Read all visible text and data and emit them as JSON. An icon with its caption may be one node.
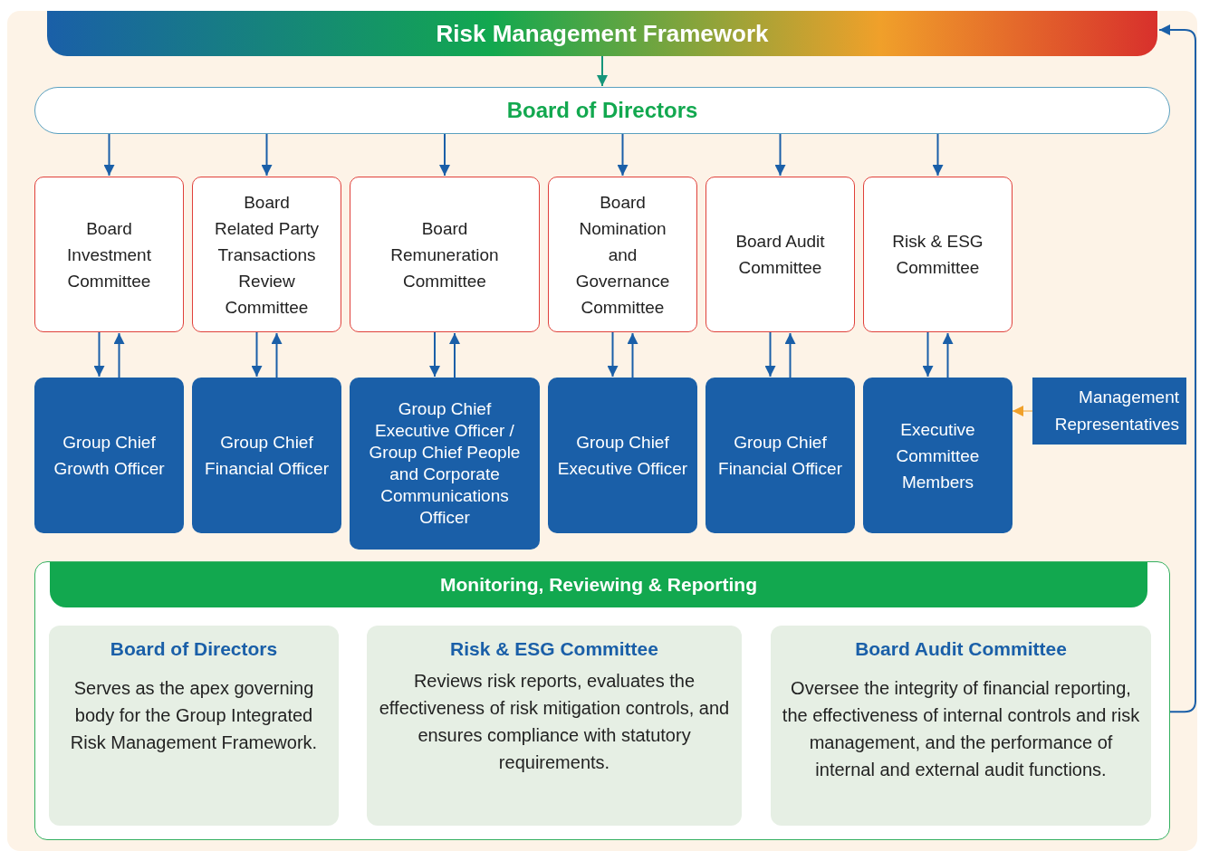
{
  "diagram": {
    "nodes": [
      {
        "text": [
          "Risk Management Framework"
        ]
      },
      {
        "text": [
          "Board of Directors"
        ]
      },
      {
        "text": [
          "Board Investment Committee"
        ]
      },
      {
        "text": [
          "Board Related Party Transactions Review Committee"
        ]
      },
      {
        "text": [
          "Board Remuneration Committee"
        ]
      },
      {
        "text": [
          "Board Nomination and Governance Committee"
        ]
      },
      {
        "text": [
          "Board Audit Committee"
        ]
      },
      {
        "text": [
          "Risk & ESG Committee"
        ]
      },
      {
        "text": [
          "Group Chief Growth Officer"
        ]
      },
      {
        "text": [
          "Group Chief Financial Officer"
        ]
      },
      {
        "text": [
          "Group Chief Executive Officer / Group Chief People and Corporate Communications Officer"
        ]
      },
      {
        "text": [
          "Group Chief Executive Officer"
        ]
      },
      {
        "text": [
          "Group Chief Financial Officer"
        ]
      },
      {
        "text": [
          "Executive Committee Members"
        ]
      },
      {
        "text": [
          "Management Representatives"
        ]
      },
      {
        "text": [
          "Monitoring, Reviewing & Reporting"
        ]
      },
      {
        "text": [
          "Board of Directors",
          "Serves as the apex governing body for the Group Integrated Risk Management Framework."
        ],
        "in": 15
      },
      {
        "text": [
          "Risk & ESG Committee",
          "Reviews risk reports, evaluates the effectiveness of risk mitigation controls, and ensures compliance with statutory requirements."
        ],
        "in": 15
      },
      {
        "text": [
          "Board Audit Committee",
          "Oversee the integrity of financial reporting, the effectiveness of internal controls and risk management, and the performance of internal and external audit functions."
        ],
        "in": 15
      }
    ],
    "edges": [
      {
        "from": 0,
        "to": 1,
        "arrow": "to",
        "color": "#15957a"
      },
      {
        "from": 1,
        "to": 2,
        "arrow": "to"
      },
      {
        "from": 1,
        "to": 3,
        "arrow": "to"
      },
      {
        "from": 1,
        "to": 4,
        "arrow": "to"
      },
      {
        "from": 1,
        "to": 5,
        "arrow": "to"
      },
      {
        "from": 1,
        "to": 6,
        "arrow": "to"
      },
      {
        "from": 1,
        "to": 7,
        "arrow": "to"
      },
      {
        "from": 2,
        "to": 8,
        "arrow": "to"
      },
      {
        "from": 8,
        "to": 2,
        "arrow": "to"
      },
      {
        "from": 3,
        "to": 9,
        "arrow": "to"
      },
      {
        "from": 9,
        "to": 3,
        "arrow": "to"
      },
      {
        "from": 4,
        "to": 10,
        "arrow": "to"
      },
      {
        "from": 10,
        "to": 4,
        "arrow": "to"
      },
      {
        "from": 5,
        "to": 11,
        "arrow": "to"
      },
      {
        "from": 11,
        "to": 5,
        "arrow": "to"
      },
      {
        "from": 6,
        "to": 12,
        "arrow": "to"
      },
      {
        "from": 12,
        "to": 6,
        "arrow": "to"
      },
      {
        "from": 7,
        "to": 13,
        "arrow": "to"
      },
      {
        "from": 13,
        "to": 7,
        "arrow": "to"
      },
      {
        "from": 14,
        "to": 13,
        "arrow": "to",
        "color": "#f0a02a"
      },
      {
        "from": 15,
        "to": 0,
        "arrow": "to"
      }
    ]
  }
}
